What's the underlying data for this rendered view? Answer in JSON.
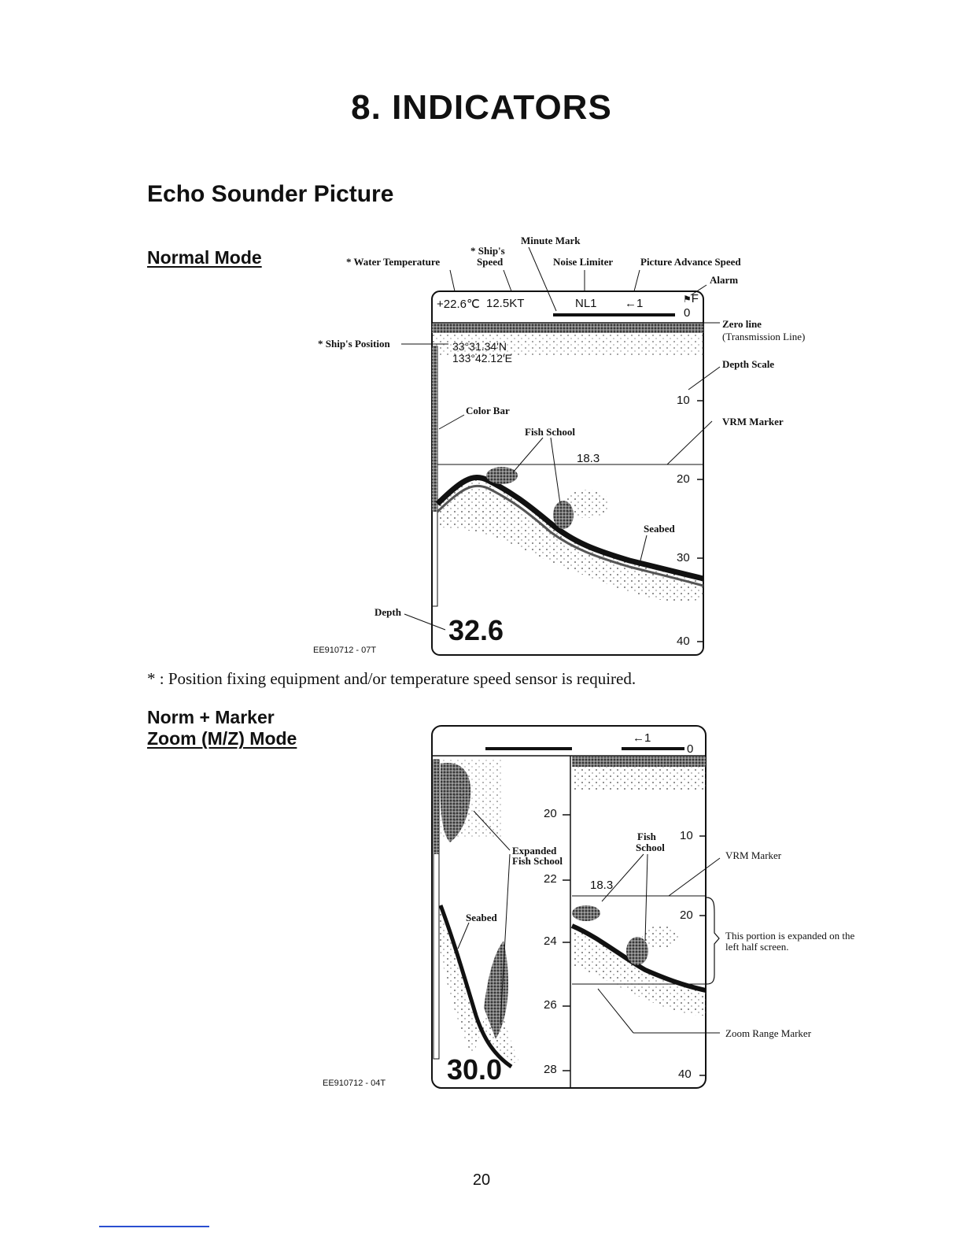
{
  "page": {
    "title": "8. INDICATORS",
    "section": "Echo Sounder Picture",
    "page_number": "20",
    "footnote": "* : Position fixing equipment and/or temperature speed sensor is required."
  },
  "normal_mode": {
    "heading": "Normal Mode",
    "figure_id": "EE910712 - 07T",
    "screen": {
      "temperature": "+22.6℃",
      "speed": "12.5KT",
      "noise_limiter": "NL1",
      "advance_speed": "←1",
      "alarm_letter": "F",
      "zero": "0",
      "lat": "33°31.34'N",
      "lon": "133°42.12'E",
      "vrm_value": "18.3",
      "depth_value": "32.6",
      "scale": [
        "10",
        "20",
        "30",
        "40"
      ]
    },
    "callouts": {
      "water_temperature": "* Water Temperature",
      "ships_speed_1": "* Ship's",
      "ships_speed_2": "Speed",
      "minute_mark": "Minute Mark",
      "noise_limiter": "Noise Limiter",
      "picture_advance_speed": "Picture Advance Speed",
      "alarm": "Alarm",
      "zero_line_1": "Zero line",
      "zero_line_2": "(Transmission Line)",
      "ships_position": "* Ship's Position",
      "depth_scale": "Depth Scale",
      "color_bar": "Color Bar",
      "fish_school": "Fish School",
      "vrm_marker": "VRM Marker",
      "seabed": "Seabed",
      "depth": "Depth"
    }
  },
  "marker_zoom_mode": {
    "heading_1": "Norm + Marker",
    "heading_2": "Zoom (M/Z) Mode",
    "figure_id": "EE910712 - 04T",
    "screen": {
      "advance_speed": "←1",
      "zero": "0",
      "vrm_value": "18.3",
      "depth_value": "30.0",
      "left_scale": [
        "20",
        "22",
        "24",
        "26",
        "28"
      ],
      "right_scale": [
        "10",
        "20",
        "40"
      ]
    },
    "callouts": {
      "expanded_fish_school_1": "Expanded",
      "expanded_fish_school_2": "Fish School",
      "fish_school_1": "Fish",
      "fish_school_2": "School",
      "seabed": "Seabed",
      "vrm_marker": "VRM Marker",
      "expanded_portion": "This portion is expanded on the left half screen.",
      "zoom_range_marker": "Zoom Range Marker"
    }
  }
}
